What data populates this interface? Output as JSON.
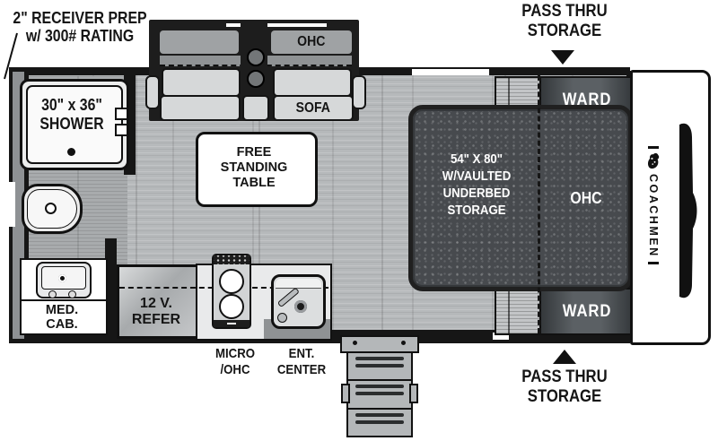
{
  "labels": {
    "receiver_prep": {
      "line1": "2\" RECEIVER PREP",
      "line2": "w/ 300# RATING"
    },
    "pass_thru_top": {
      "line1": "PASS THRU",
      "line2": "STORAGE"
    },
    "pass_thru_bottom": {
      "line1": "PASS THRU",
      "line2": "STORAGE"
    },
    "shower": {
      "line1": "30\" x 36\"",
      "line2": "SHOWER"
    },
    "med_cab": {
      "line1": "MED.",
      "line2": "CAB."
    },
    "refer": {
      "line1": "12 V.",
      "line2": "REFER"
    },
    "micro_ohc": {
      "line1": "MICRO",
      "line2": "/OHC"
    },
    "ent_center": {
      "line1": "ENT.",
      "line2": "CENTER"
    },
    "table": {
      "line1": "FREE",
      "line2": "STANDING",
      "line3": "TABLE"
    },
    "sofa": {
      "ohc": "OHC",
      "name": "SOFA"
    },
    "bed": {
      "line1": "54\" X 80\"",
      "line2": "W/VAULTED",
      "line3": "UNDERBED",
      "line4": "STORAGE",
      "ohc": "OHC"
    },
    "ward_top": "WARD",
    "ward_bottom": "WARD",
    "brand": "COACHMEN"
  },
  "colors": {
    "wall": "#161616",
    "floor": "#b6b9bb",
    "bath_floor": "#a8abad",
    "bed_fill": "#474a4e",
    "ward_fill": "#4a4e52",
    "cushion": "#d6d8d9",
    "highlight": "#ffffff"
  }
}
